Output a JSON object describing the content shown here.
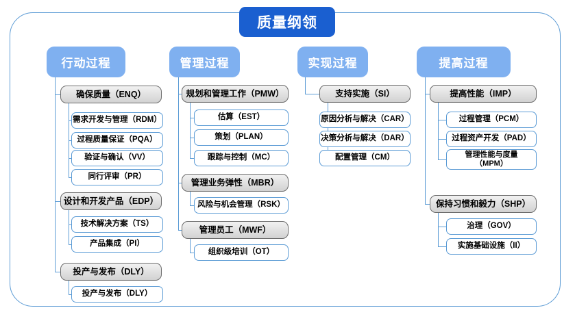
{
  "diagram": {
    "title": "质量纲领",
    "frame_color": "#5b9bd5",
    "title_color": "#1a5fd0",
    "header_color": "#7fb0f0",
    "group_box_color": "#e3e3e3",
    "leaf_box_border": "#5b9bd5"
  },
  "columns": [
    {
      "header": "行动过程",
      "groups": [
        {
          "label": "确保质量（ENQ）",
          "items": [
            "需求开发与管理（RDM）",
            "过程质量保证（PQA）",
            "验证与确认（VV）",
            "同行评审（PR）"
          ]
        },
        {
          "label": "设计和开发产品（EDP）",
          "items": [
            "技术解决方案（TS）",
            "产品集成（PI）"
          ]
        },
        {
          "label": "投产与发布（DLY）",
          "items": [
            "投产与发布（DLY）"
          ]
        }
      ]
    },
    {
      "header": "管理过程",
      "groups": [
        {
          "label": "规划和管理工作（PMW）",
          "items": [
            "估算（EST）",
            "策划（PLAN）",
            "跟踪与控制（MC）"
          ]
        },
        {
          "label": "管理业务弹性（MBR）",
          "items": [
            "风险与机会管理（RSK）"
          ]
        },
        {
          "label": "管理员工（MWF）",
          "items": [
            "组织级培训（OT）"
          ]
        }
      ]
    },
    {
      "header": "实现过程",
      "groups": [
        {
          "label": "支持实施（SI）",
          "items": [
            "原因分析与解决（CAR）",
            "决策分析与解决（DAR）",
            "配置管理（CM）"
          ]
        }
      ]
    },
    {
      "header": "提高过程",
      "groups": [
        {
          "label": "提高性能（IMP）",
          "items": [
            "过程管理（PCM）",
            "过程资产开发（PAD）",
            "管理性能与度量\n（MPM）"
          ]
        },
        {
          "label": "保持习惯和毅力（SHP）",
          "items": [
            "治理（GOV）",
            "实施基础设施（II）"
          ]
        }
      ]
    }
  ]
}
